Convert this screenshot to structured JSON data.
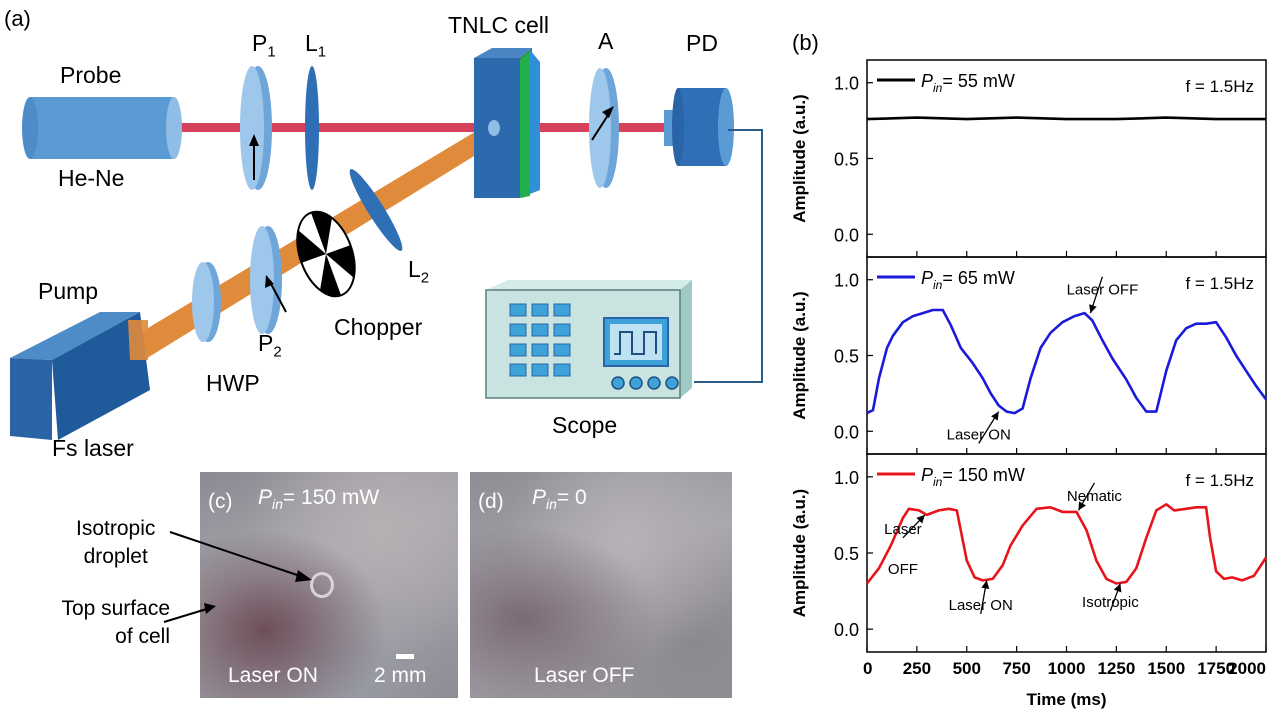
{
  "panel_a": {
    "label": "(a)",
    "probe": "Probe",
    "he_ne": "He-Ne",
    "p1": "P",
    "p1_sub": "1",
    "l1": "L",
    "l1_sub": "1",
    "tnlc": "TNLC cell",
    "analyzer": "A",
    "pd": "PD",
    "pump": "Pump",
    "fs_laser": "Fs laser",
    "hwp": "HWP",
    "p2": "P",
    "p2_sub": "2",
    "chopper": "Chopper",
    "l2": "L",
    "l2_sub": "2",
    "scope": "Scope"
  },
  "panel_c": {
    "label": "(c)",
    "pin_sym": "P",
    "pin_sub": "in",
    "pin_val": "= 150  mW",
    "laser_state": "Laser ON",
    "scale_bar": "2 mm",
    "isotropic_line1": "Isotropic",
    "isotropic_line2": "droplet",
    "top_surface_line1": "Top surface",
    "top_surface_line2": "of cell"
  },
  "panel_d": {
    "label": "(d)",
    "pin_sym": "P",
    "pin_sub": "in",
    "pin_val": "= 0",
    "laser_state": "Laser OFF"
  },
  "panel_b": {
    "label": "(b)",
    "x_label": "Time (ms)",
    "y_label": "Amplitude (a.u.)"
  },
  "chart_data": [
    {
      "type": "line",
      "freq_label": "f = 1.5Hz",
      "series": [
        {
          "name": "P_in = 55 mW",
          "legend_sym": "P",
          "legend_sub": "in",
          "legend_val": "= 55  mW",
          "color": "#000000",
          "x": [
            0,
            250,
            500,
            750,
            1000,
            1250,
            1500,
            1750,
            2000
          ],
          "y": [
            0.76,
            0.77,
            0.76,
            0.77,
            0.76,
            0.76,
            0.77,
            0.76,
            0.76
          ]
        }
      ],
      "xlim": [
        0,
        2000
      ],
      "ylim": [
        -0.15,
        1.15
      ],
      "yticks": [
        "0.0",
        "0.5",
        "1.0"
      ],
      "ytick_values": [
        0,
        0.5,
        1.0
      ],
      "xticks": [],
      "annotations": []
    },
    {
      "type": "line",
      "freq_label": "f = 1.5Hz",
      "series": [
        {
          "name": "P_in = 65 mW",
          "legend_sym": "P",
          "legend_sub": "in",
          "legend_val": "= 65  mW",
          "color": "#1a1adc",
          "x": [
            0,
            30,
            60,
            100,
            130,
            180,
            230,
            280,
            330,
            380,
            420,
            470,
            530,
            580,
            620,
            660,
            700,
            740,
            780,
            820,
            870,
            920,
            980,
            1040,
            1090,
            1130,
            1180,
            1230,
            1300,
            1350,
            1400,
            1450,
            1500,
            1550,
            1600,
            1650,
            1700,
            1750,
            1800,
            1850,
            1900,
            1950,
            2000
          ],
          "y": [
            0.12,
            0.14,
            0.35,
            0.55,
            0.63,
            0.72,
            0.76,
            0.78,
            0.8,
            0.8,
            0.7,
            0.55,
            0.45,
            0.35,
            0.25,
            0.17,
            0.13,
            0.12,
            0.15,
            0.35,
            0.55,
            0.65,
            0.72,
            0.76,
            0.78,
            0.73,
            0.6,
            0.48,
            0.34,
            0.22,
            0.13,
            0.13,
            0.4,
            0.6,
            0.68,
            0.71,
            0.71,
            0.72,
            0.62,
            0.5,
            0.4,
            0.3,
            0.21
          ]
        }
      ],
      "xlim": [
        0,
        2000
      ],
      "ylim": [
        -0.15,
        1.15
      ],
      "yticks": [
        "0.0",
        "0.5",
        "1.0"
      ],
      "ytick_values": [
        0,
        0.5,
        1.0
      ],
      "xticks": [],
      "annotations": [
        {
          "text": "Laser OFF",
          "x": 1120,
          "y": 0.78,
          "tx": 1180,
          "ty": 1.02
        },
        {
          "text": "Laser ON",
          "x": 660,
          "y": 0.13,
          "tx": 560,
          "ty": -0.08
        }
      ]
    },
    {
      "type": "line",
      "freq_label": "f = 1.5Hz",
      "series": [
        {
          "name": "P_in = 150 mW",
          "legend_sym": "P",
          "legend_sub": "in",
          "legend_val": "= 150  mW",
          "color": "#e8141c",
          "x": [
            0,
            60,
            120,
            180,
            210,
            260,
            300,
            360,
            410,
            450,
            500,
            540,
            580,
            630,
            680,
            720,
            780,
            850,
            920,
            980,
            1050,
            1100,
            1150,
            1200,
            1250,
            1300,
            1350,
            1400,
            1450,
            1500,
            1540,
            1600,
            1650,
            1700,
            1720,
            1750,
            1790,
            1830,
            1880,
            1940,
            2000
          ],
          "y": [
            0.3,
            0.4,
            0.55,
            0.73,
            0.79,
            0.78,
            0.75,
            0.78,
            0.79,
            0.78,
            0.45,
            0.34,
            0.32,
            0.33,
            0.42,
            0.55,
            0.68,
            0.79,
            0.8,
            0.77,
            0.77,
            0.65,
            0.45,
            0.33,
            0.3,
            0.31,
            0.4,
            0.6,
            0.78,
            0.82,
            0.78,
            0.79,
            0.8,
            0.8,
            0.6,
            0.38,
            0.33,
            0.34,
            0.32,
            0.35,
            0.47
          ]
        }
      ],
      "xlim": [
        0,
        2000
      ],
      "ylim": [
        -0.15,
        1.15
      ],
      "yticks": [
        "0.0",
        "0.5",
        "1.0"
      ],
      "ytick_values": [
        0,
        0.5,
        1.0
      ],
      "xticks": [
        "0",
        "250",
        "500",
        "750",
        "1000",
        "1250",
        "1500",
        "1750",
        "2000"
      ],
      "xtick_values": [
        0,
        250,
        500,
        750,
        1000,
        1250,
        1500,
        1750,
        2000
      ],
      "annotations": [
        {
          "text": "Nematic",
          "x": 1060,
          "y": 0.78,
          "tx": 1140,
          "ty": 0.96
        },
        {
          "text": "Laser",
          "text2": "OFF",
          "x": 290,
          "y": 0.75,
          "tx": 180,
          "ty": 0.6
        },
        {
          "text": "Laser ON",
          "x": 600,
          "y": 0.32,
          "tx": 570,
          "ty": 0.1
        },
        {
          "text": "Isotropic",
          "x": 1270,
          "y": 0.3,
          "tx": 1220,
          "ty": 0.12
        }
      ]
    }
  ]
}
